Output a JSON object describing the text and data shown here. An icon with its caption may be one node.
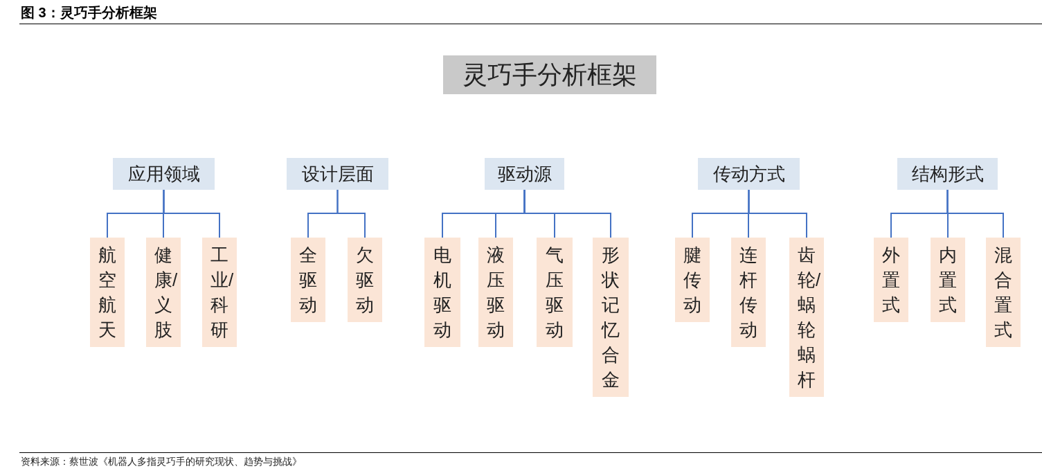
{
  "diagram": {
    "title": "图 3：灵巧手分析框架",
    "caption": "资料来源：蔡世波《机器人多指灵巧手的研究现状、趋势与挑战》",
    "nodes": [
      {
        "text": [
          "灵巧手分析框架"
        ]
      },
      {
        "text": [
          "应用领域"
        ]
      },
      {
        "text": [
          "航空航天"
        ]
      },
      {
        "text": [
          "健康/义肢"
        ]
      },
      {
        "text": [
          "工业/科研"
        ]
      },
      {
        "text": [
          "设计层面"
        ]
      },
      {
        "text": [
          "全驱动"
        ]
      },
      {
        "text": [
          "欠驱动"
        ]
      },
      {
        "text": [
          "驱动源"
        ]
      },
      {
        "text": [
          "电机驱动"
        ]
      },
      {
        "text": [
          "液压驱动"
        ]
      },
      {
        "text": [
          "气压驱动"
        ]
      },
      {
        "text": [
          "形状记忆合金"
        ]
      },
      {
        "text": [
          "传动方式"
        ]
      },
      {
        "text": [
          "腱传动"
        ]
      },
      {
        "text": [
          "连杆传动"
        ]
      },
      {
        "text": [
          "齿轮/蜗轮蜗杆"
        ]
      },
      {
        "text": [
          "结构形式"
        ]
      },
      {
        "text": [
          "外置式"
        ]
      },
      {
        "text": [
          "内置式"
        ]
      },
      {
        "text": [
          "混合置式"
        ]
      }
    ],
    "edges": [
      {
        "from": 1,
        "to": 2,
        "arrow": "none"
      },
      {
        "from": 1,
        "to": 3,
        "arrow": "none"
      },
      {
        "from": 1,
        "to": 4,
        "arrow": "none"
      },
      {
        "from": 5,
        "to": 6,
        "arrow": "none"
      },
      {
        "from": 5,
        "to": 7,
        "arrow": "none"
      },
      {
        "from": 8,
        "to": 9,
        "arrow": "none"
      },
      {
        "from": 8,
        "to": 10,
        "arrow": "none"
      },
      {
        "from": 8,
        "to": 11,
        "arrow": "none"
      },
      {
        "from": 8,
        "to": 12,
        "arrow": "none"
      },
      {
        "from": 13,
        "to": 14,
        "arrow": "none"
      },
      {
        "from": 13,
        "to": 15,
        "arrow": "none"
      },
      {
        "from": 13,
        "to": 16,
        "arrow": "none"
      },
      {
        "from": 17,
        "to": 18,
        "arrow": "none"
      },
      {
        "from": 17,
        "to": 19,
        "arrow": "none"
      },
      {
        "from": 17,
        "to": 20,
        "arrow": "none"
      }
    ]
  }
}
